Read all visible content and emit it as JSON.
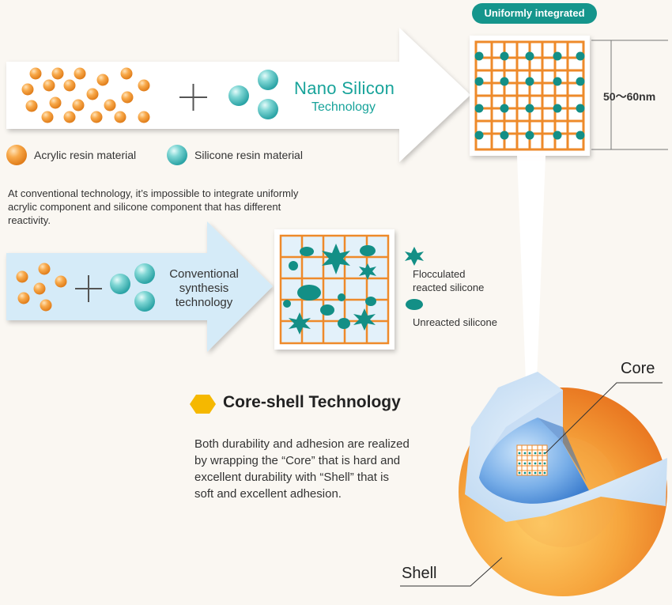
{
  "badge": {
    "label": "Uniformly integrated"
  },
  "nano": {
    "line1": "Nano Silicon",
    "line2": "Technology"
  },
  "dimension": {
    "label": "50〜60nm"
  },
  "legend": {
    "acrylic": "Acrylic resin material",
    "silicone": "Silicone resin material"
  },
  "note": {
    "line1": "At conventional technology, it’s impossible to integrate uniformly",
    "line2": "acrylic component and silicone component that has different",
    "line3": "reactivity."
  },
  "conventional": {
    "line1": "Conventional",
    "line2": "synthesis",
    "line3": "technology"
  },
  "legend2": {
    "flocculated_line1": "Flocculated",
    "flocculated_line2": "reacted silicone",
    "unreacted": "Unreacted silicone"
  },
  "core_shell": {
    "title": "Core-shell Technology",
    "desc_line1": "Both durability and adhesion are realized",
    "desc_line2": "by wrapping the “Core” that is hard and",
    "desc_line3": "excellent durability with “Shell” that is",
    "desc_line4": "soft and excellent adhesion."
  },
  "labels": {
    "core": "Core",
    "shell": "Shell"
  },
  "colors": {
    "orange": "#f59a36",
    "teal": "#17a39a",
    "teal_dark": "#138f86",
    "arrow_fill": "#d7ecf8",
    "grid_orange": "#ee8a2a",
    "hexagon": "#f5b800",
    "shell_outer": "#f08a2c",
    "core_blue": "#4f8fd8"
  }
}
